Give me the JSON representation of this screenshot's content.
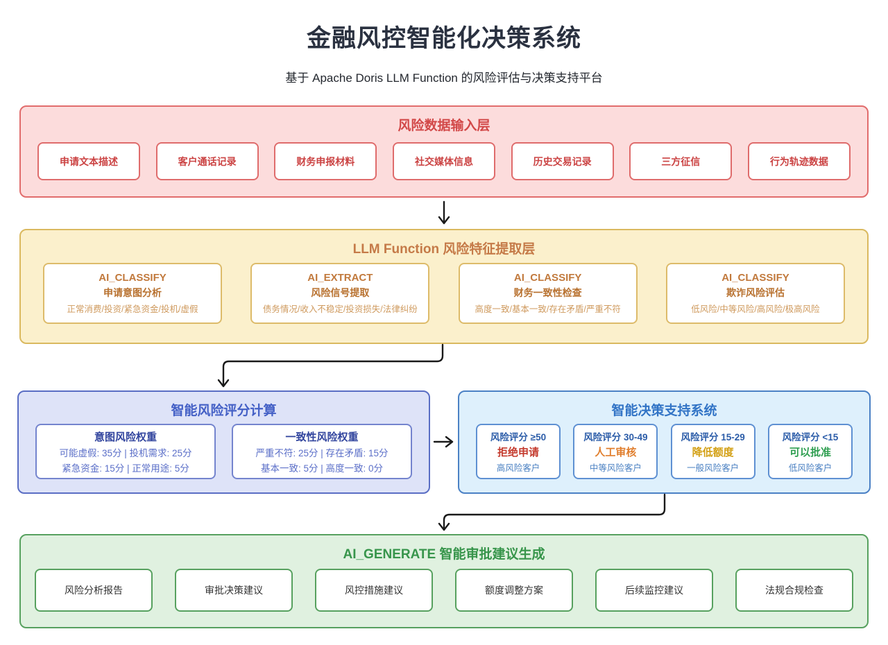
{
  "title": "金融风控智能化决策系统",
  "subtitle": "基于 Apache Doris LLM Function 的风险评估与决策支持平台",
  "input_layer": {
    "title": "风险数据输入层",
    "items": [
      "申请文本描述",
      "客户通话记录",
      "财务申报材料",
      "社交媒体信息",
      "历史交易记录",
      "三方征信",
      "行为轨迹数据"
    ]
  },
  "llm_layer": {
    "title": "LLM Function 风险特征提取层",
    "functions": [
      {
        "name": "AI_CLASSIFY",
        "purpose": "申请意图分析",
        "outputs": "正常消费/投资/紧急资金/投机/虚假"
      },
      {
        "name": "AI_EXTRACT",
        "purpose": "风险信号提取",
        "outputs": "债务情况/收入不稳定/投资损失/法律纠纷"
      },
      {
        "name": "AI_CLASSIFY",
        "purpose": "财务一致性检查",
        "outputs": "高度一致/基本一致/存在矛盾/严重不符"
      },
      {
        "name": "AI_CLASSIFY",
        "purpose": "欺诈风险评估",
        "outputs": "低风险/中等风险/高风险/极高风险"
      }
    ]
  },
  "scoring": {
    "title": "智能风险评分计算",
    "cards": [
      {
        "heading": "意图风险权重",
        "line1": "可能虚假: 35分 | 投机需求: 25分",
        "line2": "紧急资金: 15分 | 正常用途: 5分"
      },
      {
        "heading": "一致性风险权重",
        "line1": "严重不符: 25分 | 存在矛盾: 15分",
        "line2": "基本一致: 5分 | 高度一致: 0分"
      }
    ]
  },
  "decision": {
    "title": "智能决策支持系统",
    "cards": [
      {
        "score": "风险评分 ≥50",
        "action": "拒绝申请",
        "segment": "高风险客户",
        "action_color": "#c43b2e"
      },
      {
        "score": "风险评分 30-49",
        "action": "人工审核",
        "segment": "中等风险客户",
        "action_color": "#e07e2d"
      },
      {
        "score": "风险评分 15-29",
        "action": "降低额度",
        "segment": "一般风险客户",
        "action_color": "#d3a015"
      },
      {
        "score": "风险评分 <15",
        "action": "可以批准",
        "segment": "低风险客户",
        "action_color": "#2e9e50"
      }
    ]
  },
  "generate_layer": {
    "title": "AI_GENERATE 智能审批建议生成",
    "items": [
      "风险分析报告",
      "审批决策建议",
      "风控措施建议",
      "额度调整方案",
      "后续监控建议",
      "法规合规检查"
    ]
  },
  "theme_colors": {
    "input_accent": "#d24848",
    "llm_accent": "#c57a48",
    "scoring_accent": "#4460c6",
    "decision_accent": "#3274c6",
    "generate_accent": "#37954b",
    "connector": "#1a1a1a"
  }
}
